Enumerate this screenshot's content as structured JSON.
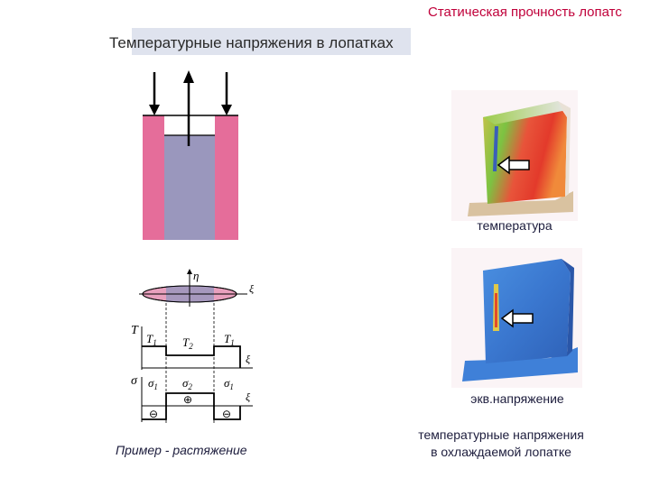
{
  "header": {
    "section_title": "Статическая прочность лопатс",
    "slide_title": "Температурные напряжения в лопатках"
  },
  "blade_images": {
    "temperature_caption": "температура",
    "stress_caption": "экв.напряжение",
    "cooled_caption_line1": "температурные напряжения",
    "cooled_caption_line2": "в охлаждаемой лопатке"
  },
  "example_caption": "Пример - растяжение",
  "diagram_labels": {
    "eta": "η",
    "xi": "ξ",
    "T_axis": "T",
    "T1_left": "T",
    "T1_left_sub": "1",
    "T2": "T",
    "T2_sub": "2",
    "T1_right": "T",
    "T1_right_sub": "1",
    "sigma_axis": "σ",
    "sigma1_left": "σ",
    "sigma1_left_sub": "1",
    "sigma2": "σ",
    "sigma2_sub": "2",
    "sigma1_right": "σ",
    "sigma1_right_sub": "1",
    "plus_sign": "⊕",
    "minus_sign": "⊖"
  },
  "colors": {
    "outer_bars": "#e56d9a",
    "inner_bar": "#9a97bd",
    "accent_header": "#c0003a",
    "title_band": "#dfe3ee",
    "heat_hot": "#e23b2b",
    "heat_mid": "#8cc63f",
    "stress_blue": "#3b7fd6"
  }
}
